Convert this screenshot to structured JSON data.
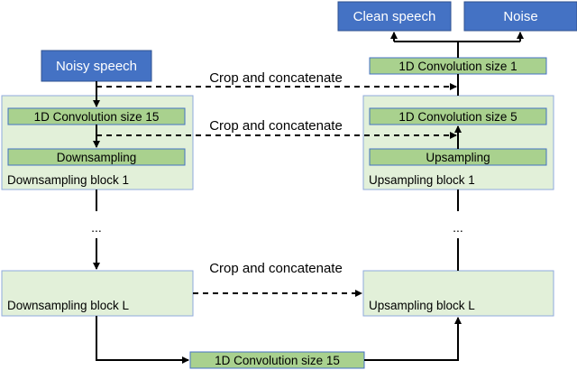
{
  "inputs": {
    "noisy_speech": "Noisy speech"
  },
  "outputs": {
    "clean_speech": "Clean speech",
    "noise": "Noise"
  },
  "encoder": {
    "block1": {
      "conv_label": "1D Convolution size 15",
      "downsampling_label": "Downsampling",
      "block_label": "Downsampling block 1"
    },
    "ellipsis": "...",
    "blockL": {
      "block_label": "Downsampling block L"
    }
  },
  "bottleneck": {
    "conv_label": "1D Convolution size 15"
  },
  "decoder": {
    "output_conv_label": "1D Convolution size 1",
    "block1": {
      "conv_label": "1D Convolution size 5",
      "upsampling_label": "Upsampling",
      "block_label": "Upsampling block 1"
    },
    "ellipsis": "...",
    "blockL": {
      "block_label": "Upsampling block L"
    }
  },
  "skip_connections": {
    "top": "Crop and concatenate",
    "middle": "Crop and concatenate",
    "bottom": "Crop and concatenate"
  },
  "colors": {
    "input_output_blue": "#4472C4",
    "block_fill": "#E2F0D9",
    "block_stroke": "#8FAADC",
    "conv_fill": "#A9D18E",
    "conv_stroke": "#4472C4",
    "line": "#000000"
  }
}
